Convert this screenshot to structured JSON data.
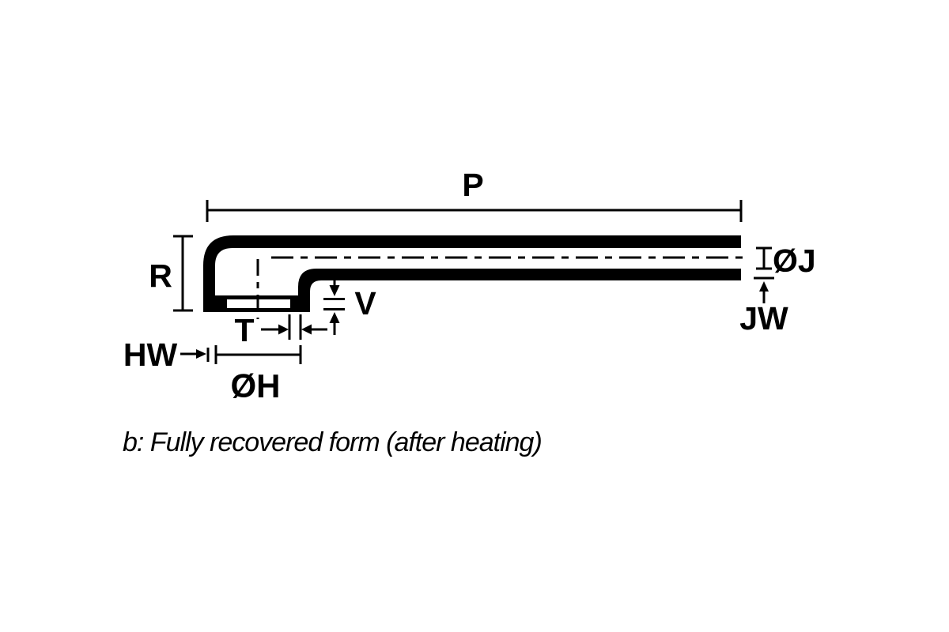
{
  "page": {
    "background_color": "#ffffff",
    "ink_color": "#000000"
  },
  "diagram": {
    "caption": "b: Fully recovered form (after heating)",
    "labels": {
      "p": "P",
      "r": "R",
      "t": "T",
      "v": "V",
      "hw": "HW",
      "oh": "ØH",
      "oj": "ØJ",
      "jw": "JW"
    }
  }
}
